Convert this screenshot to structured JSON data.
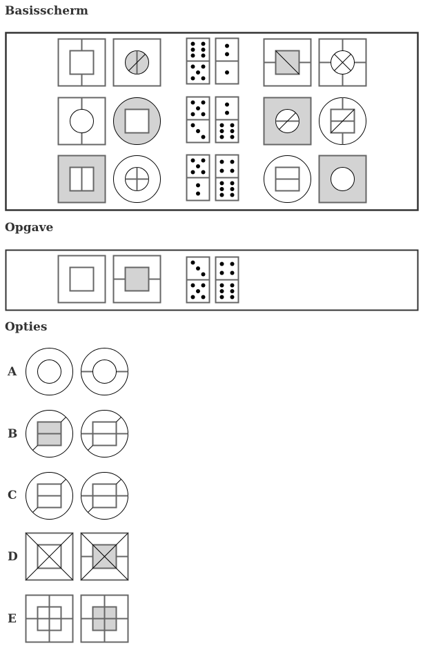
{
  "sections": {
    "base": "Basisscherm",
    "task": "Opgave",
    "options": "Opties"
  },
  "option_labels": [
    "A",
    "B",
    "C",
    "D",
    "E"
  ],
  "colors": {
    "fill": "#d3d3d3",
    "stroke": "#666666",
    "line": "#000000",
    "frame": "#333333"
  },
  "base_rows": [
    {
      "figures": [
        "sq-insq-vlines",
        "sq-graycircle-vline-diag",
        "sq-grayinsq-diag-hlines",
        "sq-circle-x-cross"
      ],
      "dice": [
        [
          6,
          5
        ],
        [
          2,
          1
        ]
      ]
    },
    {
      "figures": [
        "sq-circle-vlines",
        "graycircle-insq",
        "graysq-circle-hline-diag",
        "circle-insq-hline-diag-vlines"
      ],
      "dice": [
        [
          5,
          3
        ],
        [
          2,
          6
        ]
      ]
    },
    {
      "figures": [
        "graysq-insq-vline",
        "circle-incircle-cross",
        "circle-insq-hline",
        "graysq-circle"
      ],
      "dice": [
        [
          5,
          2
        ],
        [
          4,
          6
        ]
      ]
    }
  ],
  "task": {
    "figures": [
      "sq-insq",
      "sq-grayinsq-hlines"
    ],
    "dice": [
      [
        3,
        5
      ],
      [
        4,
        6
      ]
    ]
  },
  "options": [
    [
      "circle-incircle",
      "circle-incircle-hlines"
    ],
    [
      "circle-grayinsq-hline-diagends",
      "circle-insq-fullh-diagends"
    ],
    [
      "circle-insq-hline-diagends",
      "circle-insq-fullh-diagends"
    ],
    [
      "sq-insq-diags",
      "sq-grayinsq-diags-hlines"
    ],
    [
      "sq-insq-cross",
      "sq-grayinsq-cross"
    ]
  ]
}
